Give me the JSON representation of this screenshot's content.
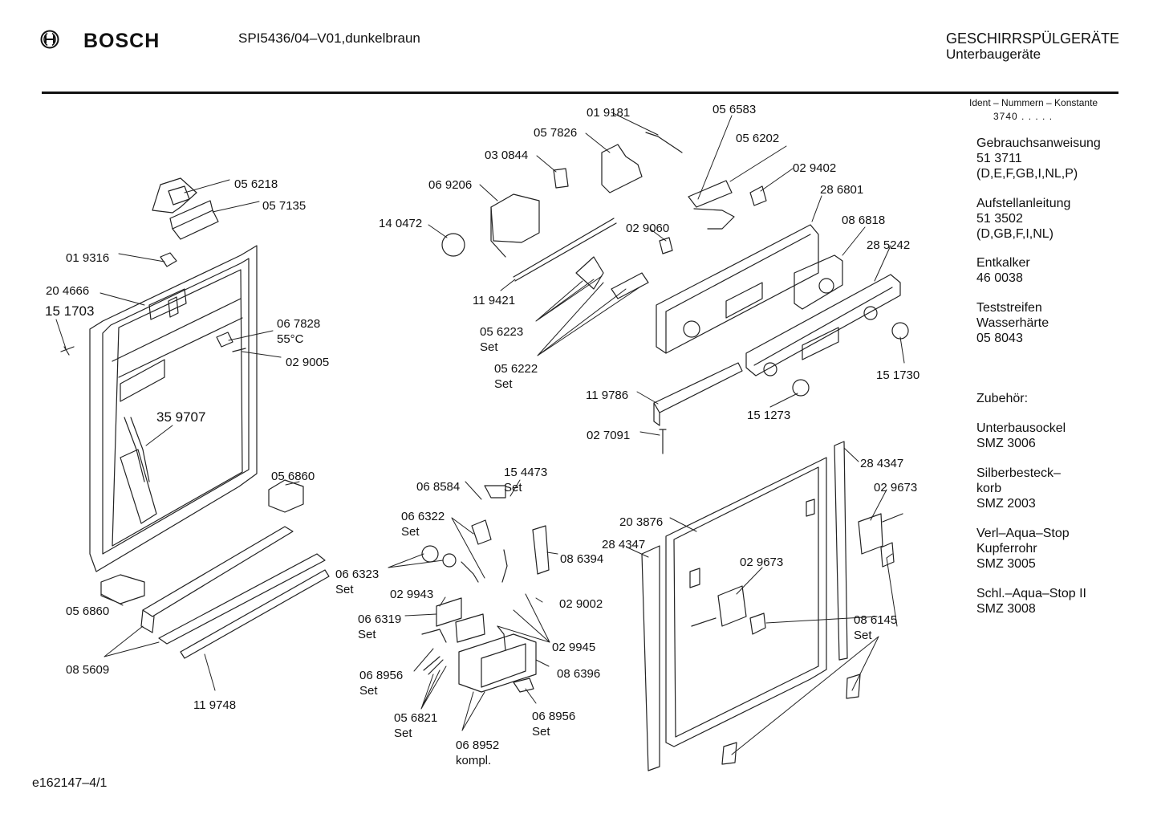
{
  "header": {
    "brand": "BOSCH",
    "model": "SPI5436/04–V01,dunkelbraun",
    "category": "GESCHIRRSPÜLGERÄTE",
    "subcategory": "Unterbaugeräte"
  },
  "sidebar": {
    "ident_title": "Ident – Nummern – Konstante",
    "ident_value": "3740  .  .  .  .  .",
    "blocks": [
      [
        "Gebrauchsanweisung",
        "51 3711",
        "(D,E,F,GB,I,NL,P)"
      ],
      [
        "Aufstellanleitung",
        "51 3502",
        "(D,GB,F,I,NL)"
      ],
      [
        "Entkalker",
        "46 0038"
      ],
      [
        "Teststreifen",
        "Wasserhärte",
        "05 8043"
      ],
      [
        "Zubehör:"
      ],
      [
        "Unterbausockel",
        "SMZ 3006"
      ],
      [
        "Silberbesteck–",
        "korb",
        "SMZ 2003"
      ],
      [
        "Verl–Aqua–Stop",
        "Kupferrohr",
        "SMZ 3005"
      ],
      [
        "Schl.–Aqua–Stop II",
        "SMZ 3008"
      ]
    ]
  },
  "parts": [
    {
      "lines": [
        "05 6218"
      ]
    },
    {
      "lines": [
        "05 7135"
      ]
    },
    {
      "lines": [
        "01 9316"
      ]
    },
    {
      "lines": [
        "20 4666"
      ]
    },
    {
      "lines": [
        "15 1703"
      ]
    },
    {
      "lines": [
        "06 7828",
        "55°C"
      ]
    },
    {
      "lines": [
        "02 9005"
      ]
    },
    {
      "lines": [
        "35 9707"
      ]
    },
    {
      "lines": [
        "05 6860"
      ]
    },
    {
      "lines": [
        "05 6860"
      ]
    },
    {
      "lines": [
        "08 5609"
      ]
    },
    {
      "lines": [
        "11 9748"
      ]
    },
    {
      "lines": [
        "01 9181"
      ]
    },
    {
      "lines": [
        "05 7826"
      ]
    },
    {
      "lines": [
        "03 0844"
      ]
    },
    {
      "lines": [
        "06 9206"
      ]
    },
    {
      "lines": [
        "14 0472"
      ]
    },
    {
      "lines": [
        "11 9421"
      ]
    },
    {
      "lines": [
        "05 6223",
        "Set"
      ]
    },
    {
      "lines": [
        "05 6222",
        "Set"
      ]
    },
    {
      "lines": [
        "02 9060"
      ]
    },
    {
      "lines": [
        "05 6583"
      ]
    },
    {
      "lines": [
        "05 6202"
      ]
    },
    {
      "lines": [
        "02 9402"
      ]
    },
    {
      "lines": [
        "28 6801"
      ]
    },
    {
      "lines": [
        "08 6818"
      ]
    },
    {
      "lines": [
        "28 5242"
      ]
    },
    {
      "lines": [
        "15 1730"
      ]
    },
    {
      "lines": [
        "15 1273"
      ]
    },
    {
      "lines": [
        "11 9786"
      ]
    },
    {
      "lines": [
        "02 7091"
      ]
    },
    {
      "lines": [
        "06 8584"
      ]
    },
    {
      "lines": [
        "15 4473",
        "Set"
      ]
    },
    {
      "lines": [
        "06 6322",
        "Set"
      ]
    },
    {
      "lines": [
        "06 6323",
        "Set"
      ]
    },
    {
      "lines": [
        "08 6394"
      ]
    },
    {
      "lines": [
        "02 9943"
      ]
    },
    {
      "lines": [
        "02 9002"
      ]
    },
    {
      "lines": [
        "06 6319",
        "Set"
      ]
    },
    {
      "lines": [
        "02 9945"
      ]
    },
    {
      "lines": [
        "06 8956",
        "Set"
      ]
    },
    {
      "lines": [
        "08 6396"
      ]
    },
    {
      "lines": [
        "05 6821",
        "Set"
      ]
    },
    {
      "lines": [
        "06 8956",
        "Set"
      ]
    },
    {
      "lines": [
        "06 8952",
        "kompl."
      ]
    },
    {
      "lines": [
        "28 4347"
      ]
    },
    {
      "lines": [
        "02 9673"
      ]
    },
    {
      "lines": [
        "20 3876"
      ]
    },
    {
      "lines": [
        "28 4347"
      ]
    },
    {
      "lines": [
        "02 9673"
      ]
    },
    {
      "lines": [
        "08 6145",
        "Set"
      ]
    }
  ],
  "footer": {
    "code": "e162147–4/1"
  }
}
